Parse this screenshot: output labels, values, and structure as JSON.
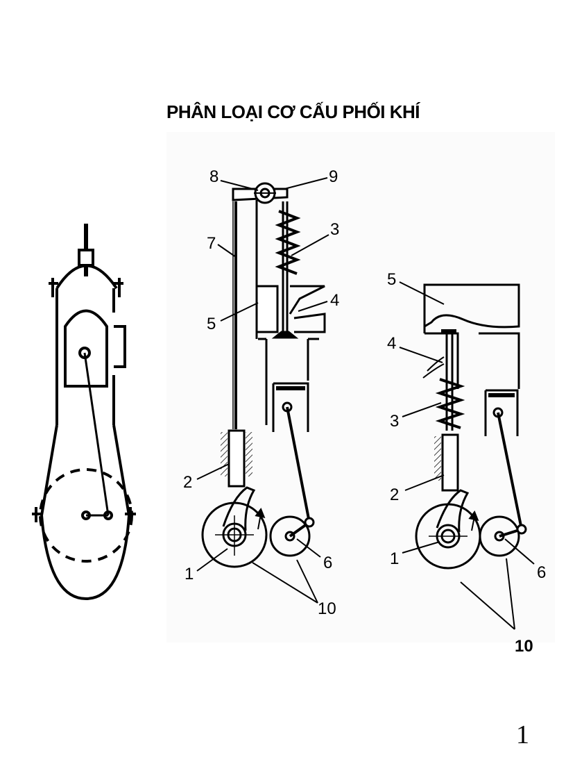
{
  "title": "PHÂN LOẠI CƠ CẤU PHỐI KHÍ",
  "page_number": "1",
  "diagram_middle": {
    "labels": [
      "8",
      "9",
      "7",
      "3",
      "4",
      "5",
      "2",
      "1",
      "6",
      "10"
    ]
  },
  "diagram_right": {
    "labels": [
      "5",
      "4",
      "3",
      "2",
      "1",
      "6",
      "10"
    ]
  }
}
